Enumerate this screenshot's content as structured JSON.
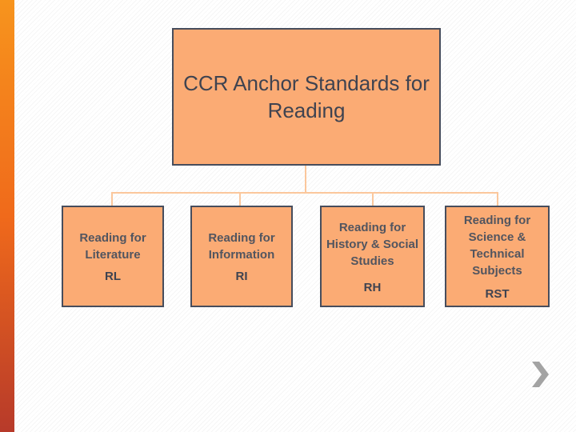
{
  "root": {
    "title": "CCR Anchor Standards for Reading"
  },
  "children": [
    {
      "name": "Reading for Literature",
      "code": "RL"
    },
    {
      "name": "Reading for Information",
      "code": "RI"
    },
    {
      "name": "Reading for History & Social Studies",
      "code": "RH"
    },
    {
      "name": "Reading for Science & Technical Subjects",
      "code": "RST"
    }
  ],
  "colors": {
    "box_fill": "#fbab74",
    "box_border": "#474d5c",
    "connector": "#fbc79c",
    "accent_bar_top": "#f7941d",
    "accent_bar_bottom": "#b73a2a"
  },
  "icons": {
    "next": "chevron-right-icon"
  }
}
